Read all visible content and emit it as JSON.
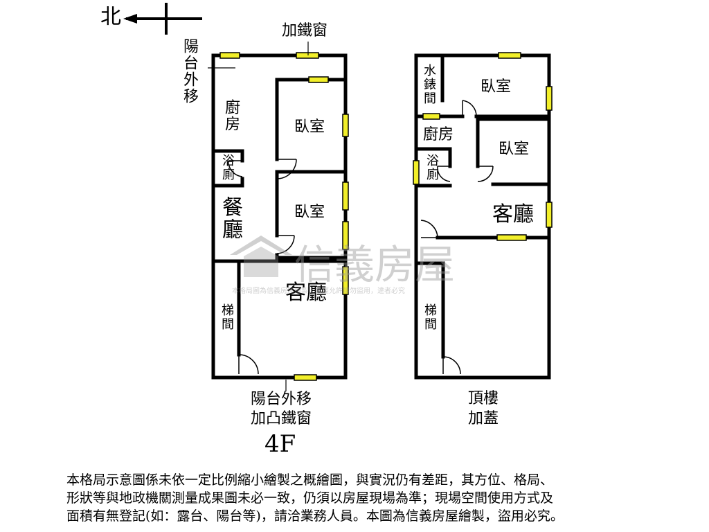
{
  "compass": {
    "label": "北"
  },
  "floor_label": "4F",
  "plan_left": {
    "annotations": {
      "balcony_moved_out": "陽台外移",
      "iron_window": "加鐵窗",
      "balcony_bottom_line1": "陽台外移",
      "balcony_bottom_line2": "加凸鐵窗"
    },
    "rooms": {
      "kitchen": "廚房",
      "bedroom_1": "臥室",
      "bathroom": "浴廁",
      "dining": "餐廳",
      "bedroom_2": "臥室",
      "living": "客廳",
      "stairs": "梯間"
    }
  },
  "plan_right": {
    "rooms": {
      "water_meter": "水錶間",
      "bedroom_1": "臥室",
      "kitchen": "廚房",
      "bedroom_2": "臥室",
      "bathroom": "浴廁",
      "living": "客廳",
      "stairs": "梯間"
    },
    "annotation_line1": "頂樓",
    "annotation_line2": "加蓋"
  },
  "watermark": {
    "brand": "信義房屋",
    "notice": "本格局圖為信義房屋繪製，未經允許請勿盜用，違者必究"
  },
  "footer_note": {
    "line1": "本格局示意圖係未依一定比例縮小繪製之概繪圖，與實況仍有差距，其方位、格局、",
    "line2": "形狀等與地政機關測量成果圖未必一致，仍須以房屋現場為準；現場空間使用方式及",
    "line3": "面積有無登記(如：露台、陽台等)，請洽業務人員。本圖為信義房屋繪製，盜用必究。"
  },
  "colors": {
    "wall": "#000000",
    "window": "#f2ef2a",
    "watermark": "#9a9a9a"
  }
}
